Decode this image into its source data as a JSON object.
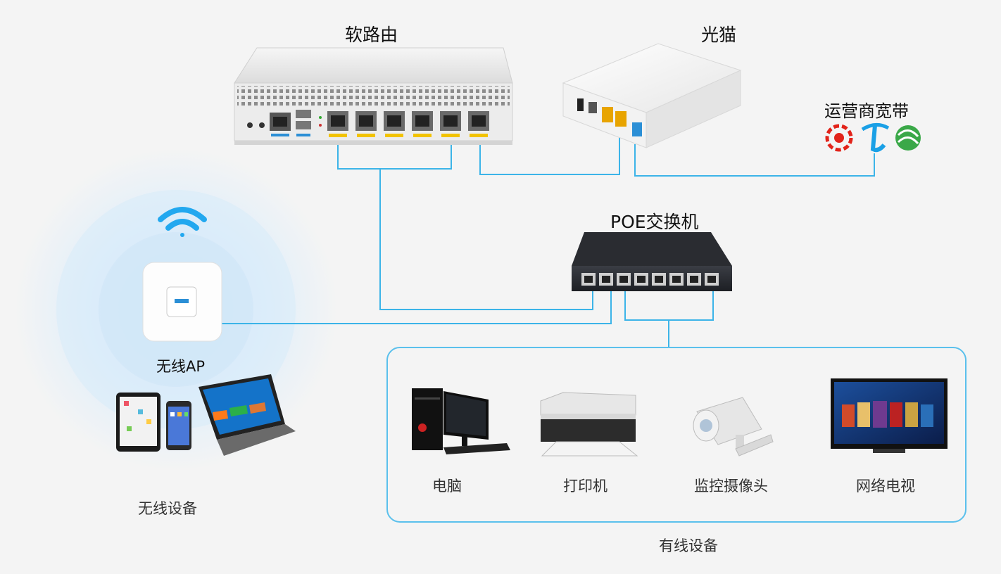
{
  "labels": {
    "soft_router": "软路由",
    "optical_modem": "光猫",
    "isp_broadband": "运营商宽带",
    "poe_switch": "POE交换机",
    "wireless_ap": "无线AP",
    "wireless_devices": "无线设备",
    "wired_devices": "有线设备"
  },
  "wired_items": [
    {
      "label": "电脑"
    },
    {
      "label": "打印机"
    },
    {
      "label": "监控摄像头"
    },
    {
      "label": "网络电视"
    }
  ],
  "colors": {
    "link_line": "#3cb4e8",
    "panel_border": "#5ac0ec",
    "background": "#f4f4f4",
    "port_yellow": "#f2c300",
    "port_blue": "#2b8fd6",
    "unicom_red": "#e2231a",
    "telecom_blue": "#1aa0e6",
    "mobile_green": "#3aa848"
  },
  "icons": [
    "wifi-icon",
    "china-unicom-logo",
    "china-telecom-logo",
    "china-mobile-logo"
  ]
}
